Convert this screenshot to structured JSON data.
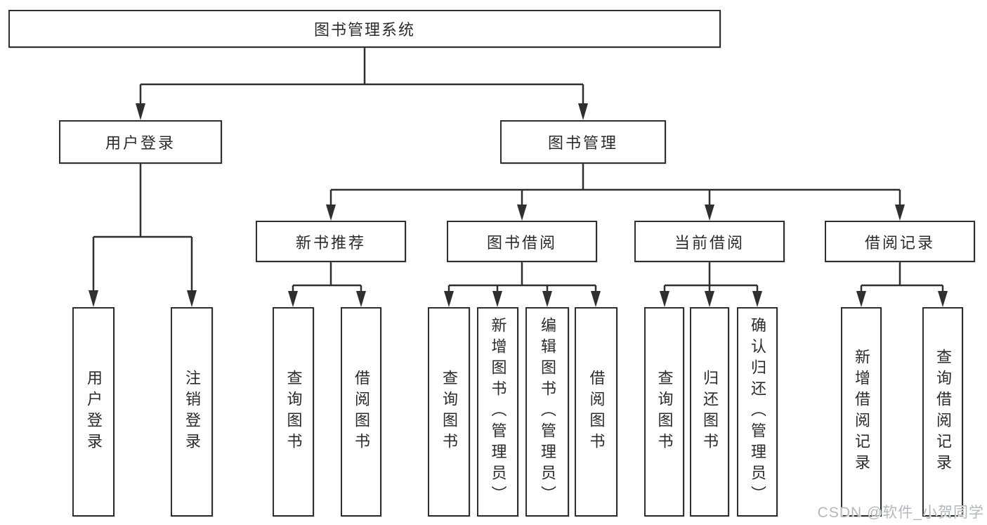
{
  "title": "图书管理系统",
  "tree": {
    "user_login": {
      "label": "用户登录",
      "leaves": [
        "用户登录",
        "注销登录"
      ]
    },
    "book_mgmt": {
      "label": "图书管理",
      "sections": [
        {
          "label": "新书推荐",
          "leaves": [
            "查询图书",
            "借阅图书"
          ]
        },
        {
          "label": "图书借阅",
          "leaves": [
            "查询图书",
            "新增图书（管理员）",
            "编辑图书（管理员）",
            "借阅图书"
          ]
        },
        {
          "label": "当前借阅",
          "leaves": [
            "查询图书",
            "归还图书",
            "确认归还（管理员）"
          ]
        },
        {
          "label": "借阅记录",
          "leaves": [
            "新增借阅记录",
            "查询借阅记录"
          ]
        }
      ]
    }
  },
  "watermark": "CSDN @软件_小贺同学",
  "colors": {
    "line": "#2f2f2f",
    "box_border": "#2f2f2f",
    "text": "#2b2b2b",
    "background": "#ffffff",
    "watermark": "#b2b8be"
  }
}
